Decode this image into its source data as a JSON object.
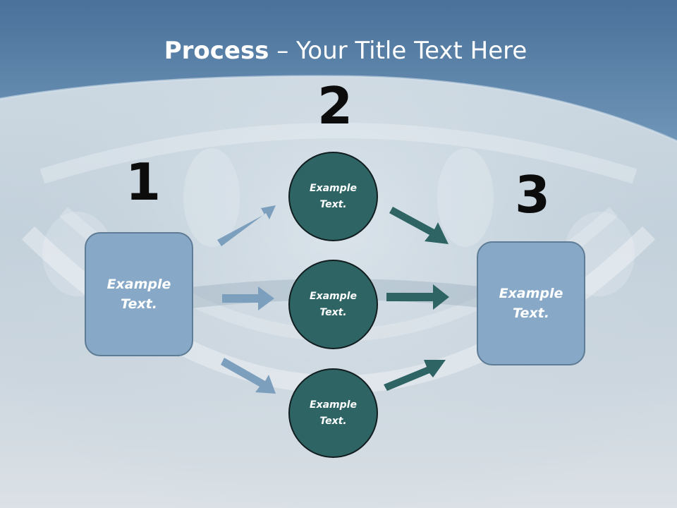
{
  "title": {
    "bold": "Process",
    "rest": " – Your Title Text Here"
  },
  "steps": {
    "step1": "1",
    "step2": "2",
    "step3": "3"
  },
  "left_box": {
    "text": "Example\nText."
  },
  "right_box": {
    "text": "Example\nText."
  },
  "circles": [
    {
      "text": "Example\nText."
    },
    {
      "text": "Example\nText."
    },
    {
      "text": "Example\nText."
    }
  ],
  "colors": {
    "header_blue": "#5f86a9",
    "box_fill": "#87a8c6",
    "circle_fill": "#2f6465",
    "arrow_light": "#7d9fbe",
    "arrow_dark": "#2f6465"
  }
}
